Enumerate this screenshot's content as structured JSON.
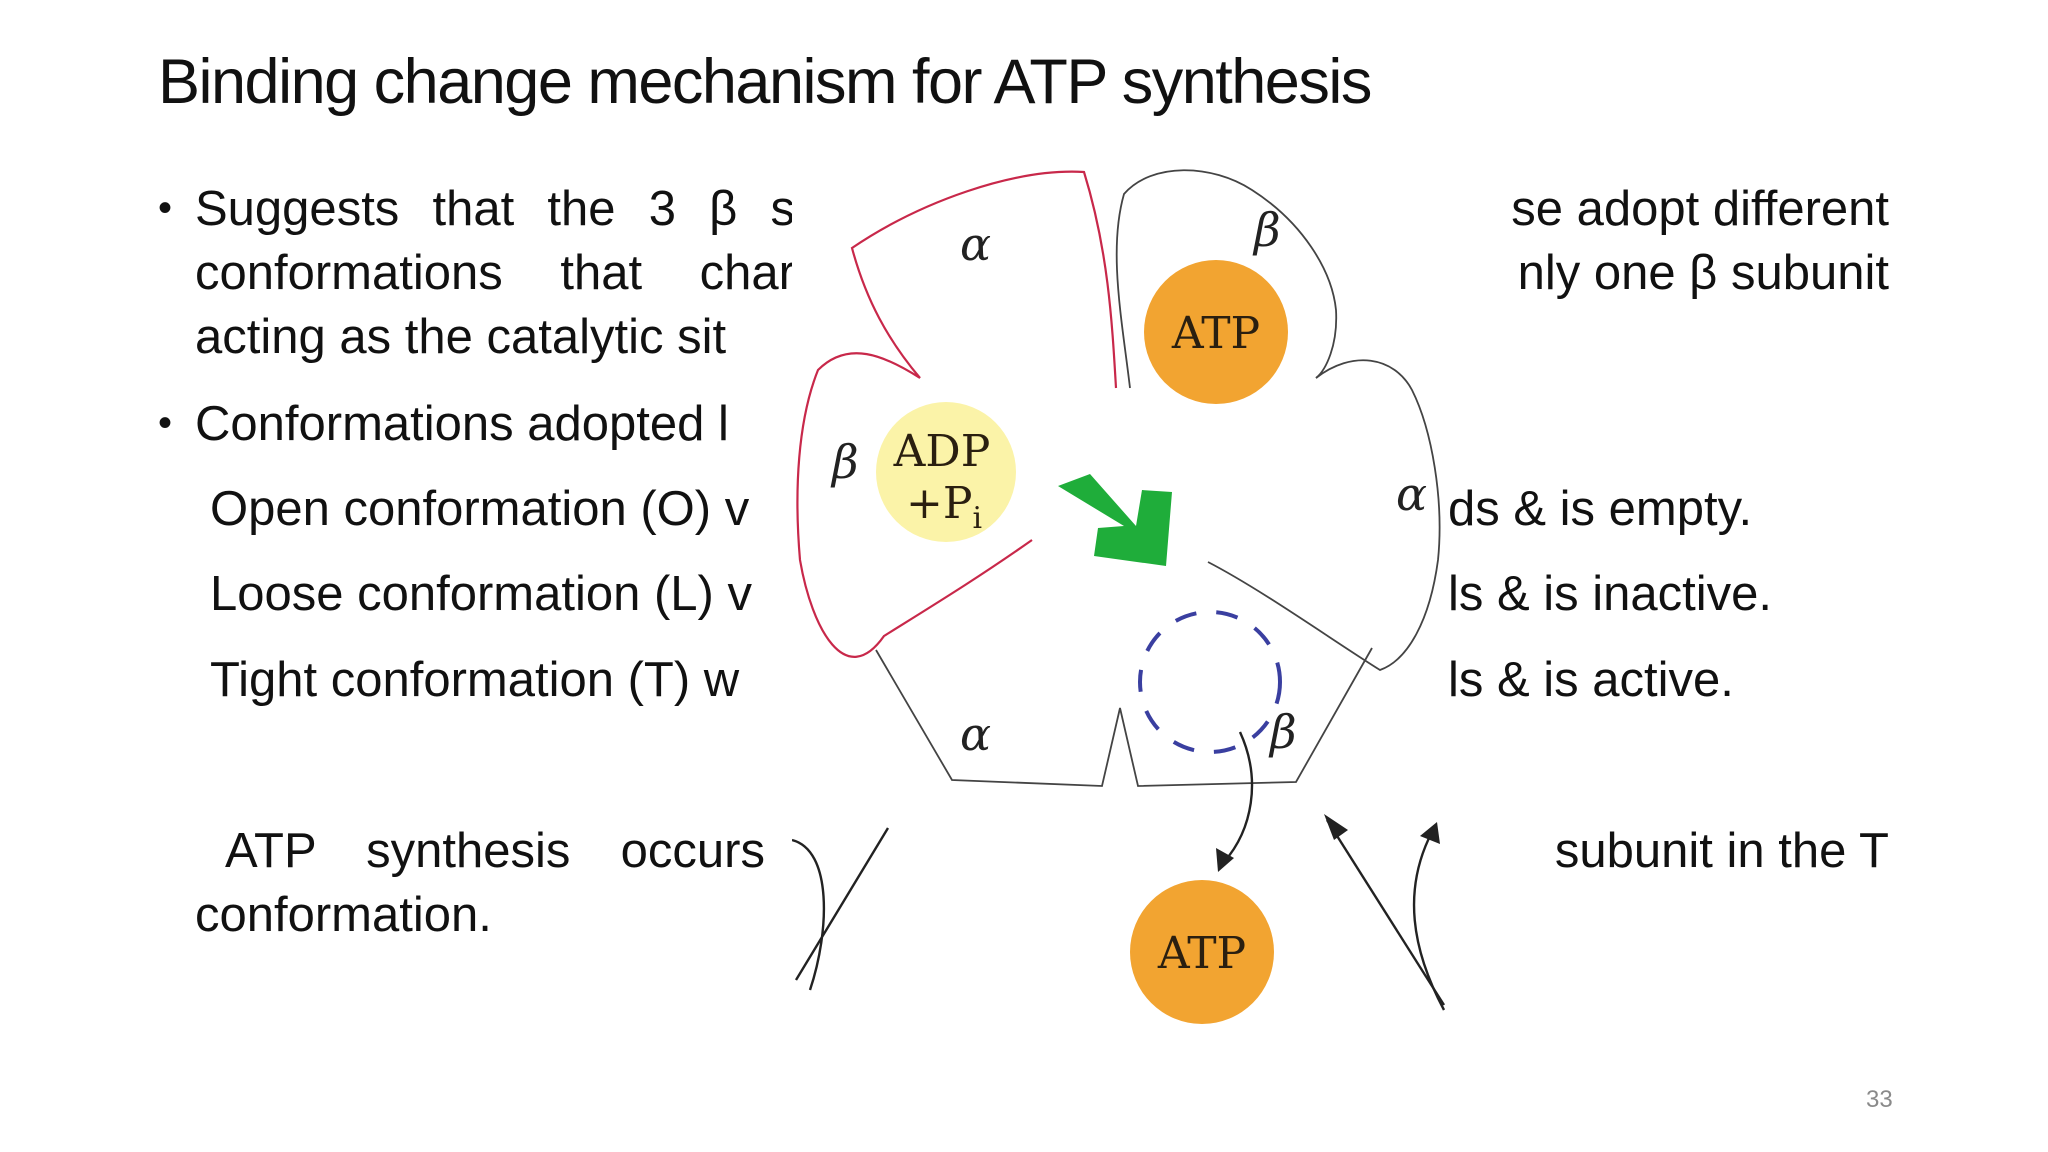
{
  "slide": {
    "title": "Binding change mechanism for ATP synthesis",
    "page_number": "33"
  },
  "text": {
    "b1_l1_left": "Suggests that the 3 β s",
    "b1_l1_right": "se adopt different",
    "b1_l2_left": "conformations that char",
    "b1_l2_right": "nly one β subunit",
    "b1_l3_left": "acting as the catalytic sit",
    "b2_left": "Conformations adopted l",
    "open_left": "Open conformation (O) v",
    "open_right": "ds & is empty.",
    "loose_left": "Loose conformation (L) v",
    "loose_right": "ls & is inactive.",
    "tight_left": "Tight conformation (T) w",
    "tight_right": "ls & is active.",
    "final_l1_left": "ATP synthesis occurs",
    "final_l1_right": "subunit in the T",
    "final_l2": "conformation."
  },
  "bullets": {
    "symbol": "•"
  },
  "figure": {
    "labels": {
      "alpha": "α",
      "beta": "β",
      "atp": "ATP",
      "adp": "ADP",
      "pi": "+P",
      "pi_sub": "i"
    },
    "colors": {
      "atp_fill": "#f2a431",
      "adp_fill": "#fbf3a8",
      "arrow_green": "#1fad3a",
      "dashed_circle": "#3a3fa0",
      "red_subunit": "#c8284a",
      "outline": "#444444"
    }
  }
}
